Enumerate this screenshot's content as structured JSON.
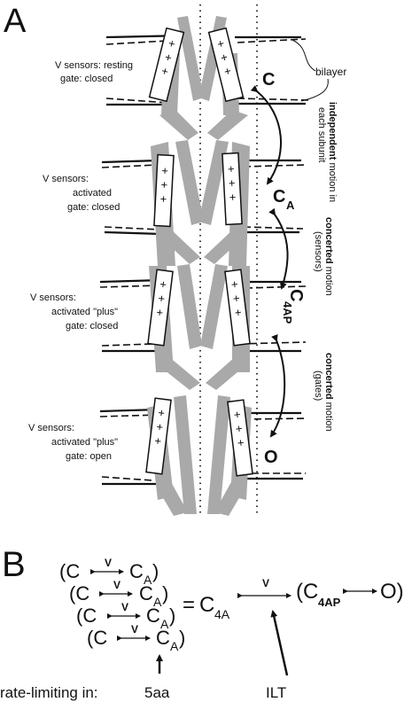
{
  "panel_a": {
    "letter": "A",
    "bilayer_label": "bilayer",
    "states": [
      {
        "line1": "V sensors: resting",
        "line2": "gate: closed",
        "line3": ""
      },
      {
        "line1": "V sensors:",
        "line2": "activated",
        "line3": "gate: closed"
      },
      {
        "line1": "V sensors:",
        "line2": "activated \"plus\"",
        "line3": "gate: closed"
      },
      {
        "line1": "V sensors:",
        "line2": "activated \"plus\"",
        "line3": "gate: open"
      }
    ],
    "state_names": {
      "c": "C",
      "ca_main": "C",
      "ca_sub": "A",
      "c4ap_main": "C",
      "c4ap_sub": "4AP",
      "o": "O"
    },
    "transitions": [
      {
        "bold": "independent",
        "rest": " motion in",
        "line2": "each subunit"
      },
      {
        "bold": "concerted",
        "rest": " motion",
        "line2": "(sensors)"
      },
      {
        "bold": "concerted",
        "rest": " motion",
        "line2": "(gates)"
      }
    ],
    "plus_sign": "+"
  },
  "panel_b": {
    "letter": "B",
    "subunit_rows": [
      {
        "open_paren": "(C",
        "v": "V",
        "ca_main": "C",
        "ca_sub": "A",
        "close_paren": ")"
      },
      {
        "open_paren": "(C",
        "v": "V",
        "ca_main": "C",
        "ca_sub": "A",
        "close_paren": ")"
      },
      {
        "open_paren": "(C",
        "v": "V",
        "ca_main": "C",
        "ca_sub": "A",
        "close_paren": ")"
      },
      {
        "open_paren": "(C",
        "v": "V",
        "ca_main": "C",
        "ca_sub": "A",
        "close_paren": ")"
      }
    ],
    "equals": "=",
    "c4a_main": "C",
    "c4a_sub": "4A",
    "v2": "V",
    "paren_c": "(C",
    "c4ap_sub": "4AP",
    "o_end": "O)",
    "rate_limiting_label": "rate-limiting in:",
    "rate_5aa": "5aa",
    "rate_ilt": "ILT"
  }
}
